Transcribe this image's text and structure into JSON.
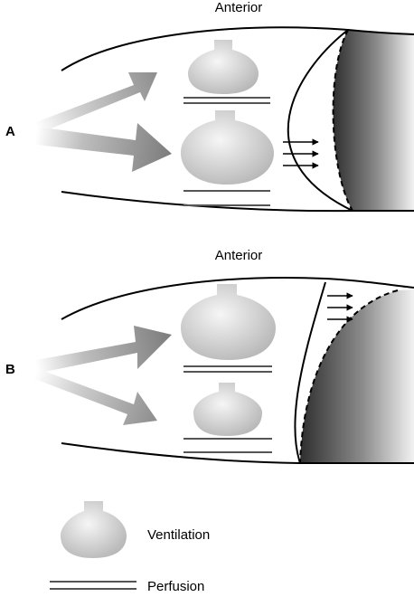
{
  "panels": [
    {
      "letter": "A",
      "title": "Anterior",
      "arrow_count": 3,
      "arrow_direction": "posterior-to-right"
    },
    {
      "letter": "B",
      "title": "Anterior",
      "arrow_count": 3,
      "arrow_direction": "posterior-to-right"
    }
  ],
  "legend": {
    "ventilation_label": "Ventilation",
    "perfusion_label": "Perfusion"
  },
  "colors": {
    "line": "#000000",
    "perfusion_line": "#555555",
    "alveolus_light": "#f4f4f4",
    "alveolus_dark": "#b9b9b9",
    "diaphragm_dark": "#3c3c3c",
    "flow_arrow": "#8a8a8a"
  }
}
